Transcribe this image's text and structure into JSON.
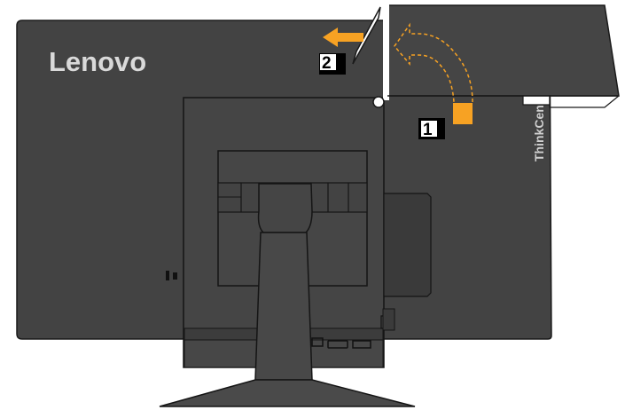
{
  "brand": {
    "logo_text": "Lenovo",
    "series_text": "ThinkCentre"
  },
  "steps": [
    {
      "number": "1"
    },
    {
      "number": "2"
    }
  ],
  "colors": {
    "housing": "#444444",
    "outline": "#1a1a1a",
    "accent": "#f7a223",
    "label_bg": "#000000"
  }
}
